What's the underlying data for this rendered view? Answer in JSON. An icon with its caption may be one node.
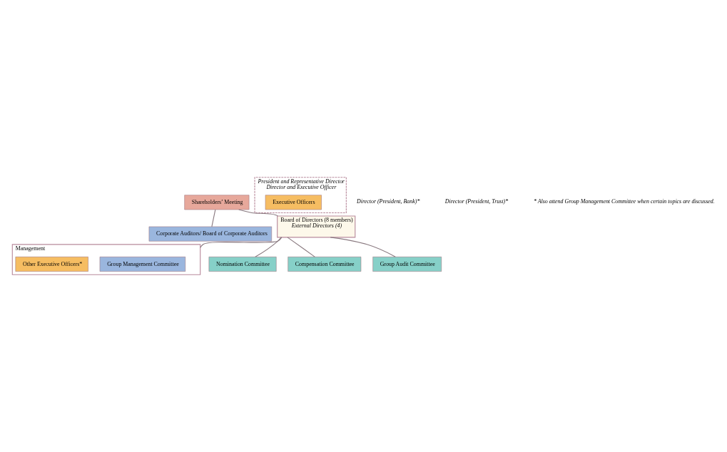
{
  "diagram": {
    "nodes": [
      {
        "text": [
          "Shareholders’ Meeting"
        ]
      },
      {
        "text": [
          "Corporate Auditors/ Board of Corporate Auditors"
        ]
      },
      {
        "text": [
          "Board of Directors (8 members)",
          "External Directors (4)"
        ]
      },
      {
        "text": [
          "Management"
        ]
      },
      {
        "text": [
          "President and Representative Director",
          "Director and Executive Officer"
        ]
      },
      {
        "text": [
          "Executive Officers"
        ],
        "in": 4
      },
      {
        "text": [
          "Group Management Committee"
        ],
        "in": 3
      },
      {
        "text": [
          "Other Executive Officers*"
        ],
        "in": 3
      },
      {
        "text": [
          "Nomination Committee"
        ]
      },
      {
        "text": [
          "Compensation Committee"
        ]
      },
      {
        "text": [
          "Group Audit Committee"
        ]
      }
    ],
    "edges": [
      {
        "from": 0,
        "to": 2,
        "arrow": "none"
      },
      {
        "from": 0,
        "to": 1,
        "arrow": "none"
      },
      {
        "from": 2,
        "to": 3,
        "arrow": "none"
      },
      {
        "from": 2,
        "to": 8,
        "arrow": "none"
      },
      {
        "from": 2,
        "to": 9,
        "arrow": "none"
      },
      {
        "from": 2,
        "to": 10,
        "arrow": "none"
      }
    ],
    "labels": [
      "Director (President, Bank)*",
      "Director (President, Trust)*",
      "* Also attend Group Management Committee when certain topics are discussed."
    ]
  }
}
